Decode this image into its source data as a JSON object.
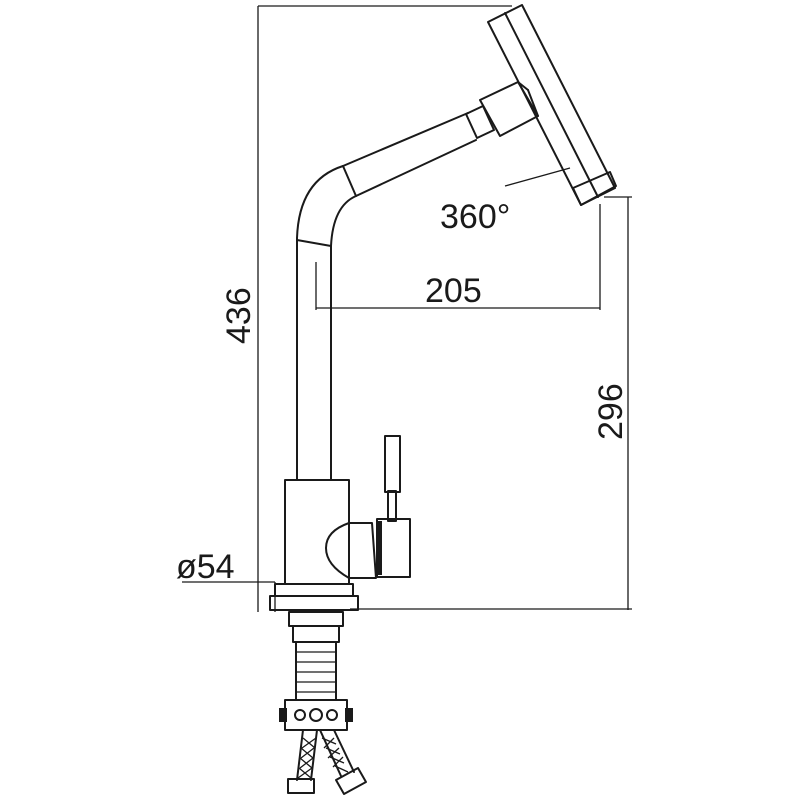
{
  "dimensions": {
    "rotation": "360°",
    "spout_reach": "205",
    "overall_height": "436",
    "spout_height": "296",
    "base_diameter": "ø54"
  }
}
